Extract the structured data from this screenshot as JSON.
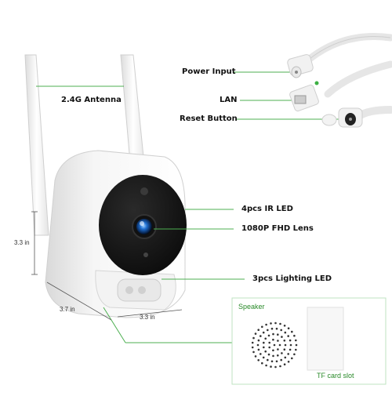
{
  "labels": {
    "antenna": "2.4G Antenna",
    "power_input": "Power Input",
    "lan": "LAN",
    "reset_button": "Reset Button",
    "ir_led": "4pcs IR LED",
    "lens": "1080P FHD Lens",
    "lighting_led": "3pcs Lighting LED",
    "speaker": "Speaker",
    "tf_card_slot": "TF card slot"
  },
  "dimensions": {
    "height": "3.3 in",
    "width": "3.7 in",
    "depth": "3.3 in"
  },
  "colors": {
    "leader_line": "#4caf50",
    "lens_blue": "#1f6fd1",
    "camera_face": "#151515"
  }
}
